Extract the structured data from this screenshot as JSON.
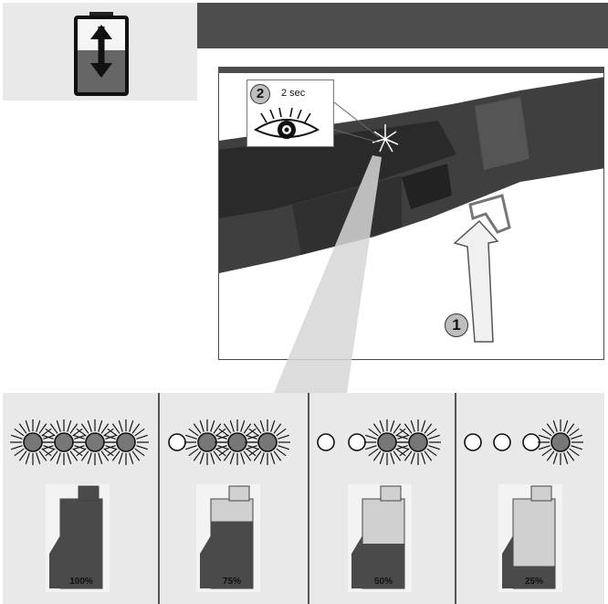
{
  "header": {
    "icon": "battery-charge-status-icon"
  },
  "illustration": {
    "callout": {
      "step": "2",
      "duration": "2 sec",
      "icon": "eye-icon"
    },
    "action": {
      "step": "1",
      "icon": "press-arrow-icon"
    }
  },
  "levels": [
    {
      "label": "100%",
      "lit": 4,
      "fill": 1.0
    },
    {
      "label": "75%",
      "lit": 3,
      "fill": 0.75
    },
    {
      "label": "50%",
      "lit": 2,
      "fill": 0.5
    },
    {
      "label": "25%",
      "lit": 1,
      "fill": 0.25
    }
  ],
  "colors": {
    "dark": "#4d4d4d",
    "panel": "#e9e9e9",
    "battery_fill": "#4a4a4a",
    "battery_empty": "#d0d0d0"
  }
}
